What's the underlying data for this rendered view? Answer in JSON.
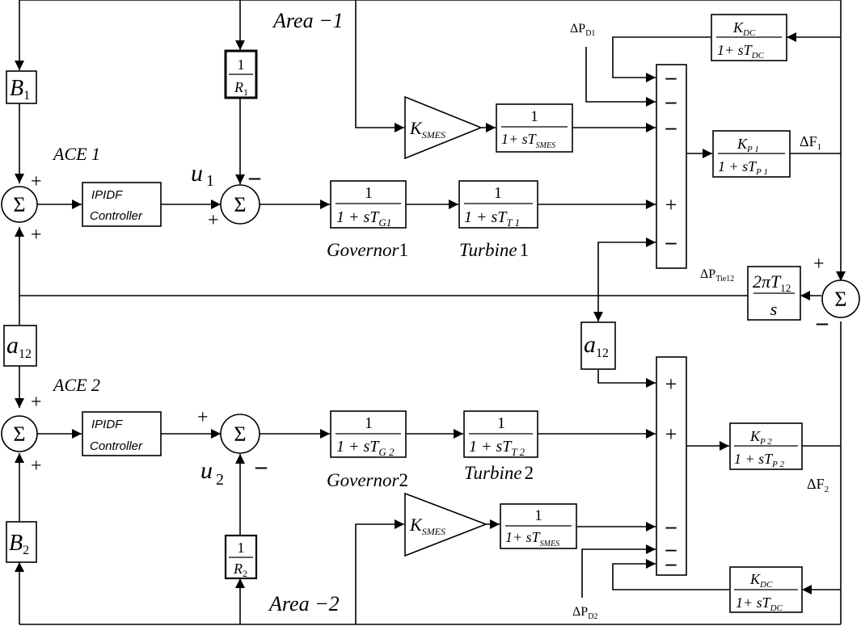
{
  "area1_label": "Area −1",
  "area2_label": "Area −2",
  "ace1_label": "ACE  1",
  "ace2_label": "ACE  2",
  "u1": "u",
  "u1_sub": "1",
  "u2": "u",
  "u2_sub": "2",
  "b1": "B",
  "b1_sub": "1",
  "b2": "B",
  "b2_sub": "2",
  "a12_left": "a",
  "a12_left_sub": "12",
  "a12_right": "a",
  "a12_right_sub": "12",
  "sigma": "Σ",
  "plus": "+",
  "minus": "–",
  "r1_num": "1",
  "r1_den": "R",
  "r1_den_sub": "1",
  "r2_num": "1",
  "r2_den": "R",
  "r2_den_sub": "2",
  "controller1_l1": "IPIDF",
  "controller1_l2": "Controller",
  "controller2_l1": "IPIDF",
  "controller2_l2": "Controller",
  "gov1_num": "1",
  "gov1_den": "1 + sT",
  "gov1_den_sub": "G1",
  "gov2_num": "1",
  "gov2_den": "1 + sT",
  "gov2_den_sub": "G 2",
  "turb1_num": "1",
  "turb1_den": "1 + sT",
  "turb1_den_sub": "T 1",
  "turb2_num": "1",
  "turb2_den": "1 + sT",
  "turb2_den_sub": "T 2",
  "governor1_label": "Governor",
  "governor1_num": "1",
  "governor2_label": "Governor",
  "governor2_num": "2",
  "turbine1_label": "Turbine",
  "turbine1_num": "1",
  "turbine2_label": "Turbine",
  "turbine2_num": "2",
  "ksmes": "K",
  "ksmes_sub": "SMES",
  "smes1_num": "1",
  "smes1_den": "1+ sT",
  "smes1_den_sub": "SMES",
  "smes2_num": "1",
  "smes2_den": "1+ sT",
  "smes2_den_sub": "SMES",
  "kdc1_num": "K",
  "kdc1_num_sub": "DC",
  "kdc1_den": "1+ sT",
  "kdc1_den_sub": "DC",
  "kdc2_num": "K",
  "kdc2_num_sub": "DC",
  "kdc2_den": "1+ sT",
  "kdc2_den_sub": "DC",
  "kp1_num": "K",
  "kp1_num_sub": "P 1",
  "kp1_den": "1 + sT",
  "kp1_den_sub": "P 1",
  "kp2_num": "K",
  "kp2_num_sub": "P 2",
  "kp2_den": "1 + sT",
  "kp2_den_sub": "P 2",
  "tie_num": "2πT",
  "tie_num_sub": "12",
  "tie_den": "s",
  "dpd1": "ΔP",
  "dpd1_sub": "D1",
  "dpd2": "ΔP",
  "dpd2_sub": "D2",
  "dptie": "ΔP",
  "dptie_sub": "Tie12",
  "df1": "ΔF",
  "df1_sub": "1",
  "df2": "ΔF",
  "df2_sub": "2"
}
